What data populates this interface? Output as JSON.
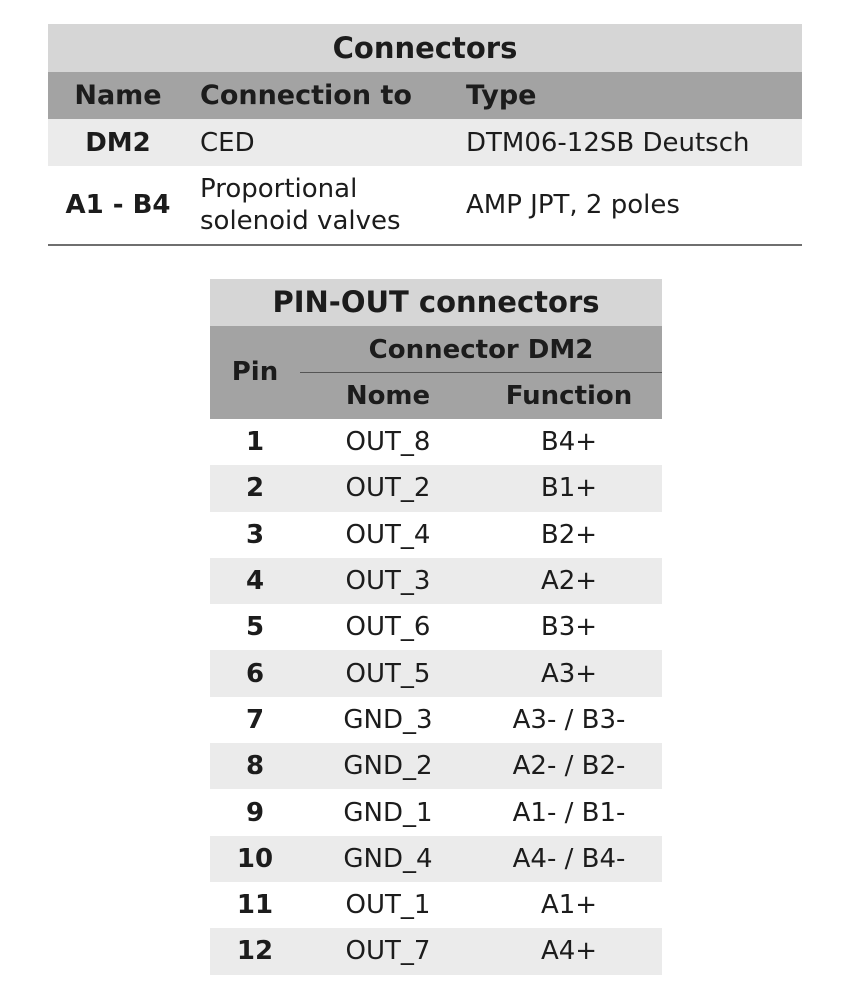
{
  "connectors": {
    "title": "Connectors",
    "headers": {
      "name": "Name",
      "connection": "Connection to",
      "type": "Type"
    },
    "rows": [
      {
        "name": "DM2",
        "connection_line1": "CED",
        "connection_line2": "",
        "type": "DTM06-12SB Deutsch"
      },
      {
        "name": "A1 - B4",
        "connection_line1": "Proportional",
        "connection_line2": "solenoid valves",
        "type": "AMP JPT, 2 poles"
      }
    ]
  },
  "pinout": {
    "title": "PIN-OUT connectors",
    "headers": {
      "pin": "Pin",
      "group": "Connector DM2",
      "nome": "Nome",
      "function": "Function"
    },
    "rows": [
      {
        "pin": "1",
        "nome": "OUT_8",
        "function": "B4+"
      },
      {
        "pin": "2",
        "nome": "OUT_2",
        "function": "B1+"
      },
      {
        "pin": "3",
        "nome": "OUT_4",
        "function": "B2+"
      },
      {
        "pin": "4",
        "nome": "OUT_3",
        "function": "A2+"
      },
      {
        "pin": "5",
        "nome": "OUT_6",
        "function": "B3+"
      },
      {
        "pin": "6",
        "nome": "OUT_5",
        "function": "A3+"
      },
      {
        "pin": "7",
        "nome": "GND_3",
        "function": "A3- / B3-"
      },
      {
        "pin": "8",
        "nome": "GND_2",
        "function": "A2- / B2-"
      },
      {
        "pin": "9",
        "nome": "GND_1",
        "function": "A1- / B1-"
      },
      {
        "pin": "10",
        "nome": "GND_4",
        "function": "A4- / B4-"
      },
      {
        "pin": "11",
        "nome": "OUT_1",
        "function": "A1+"
      },
      {
        "pin": "12",
        "nome": "OUT_7",
        "function": "A4+"
      }
    ]
  }
}
